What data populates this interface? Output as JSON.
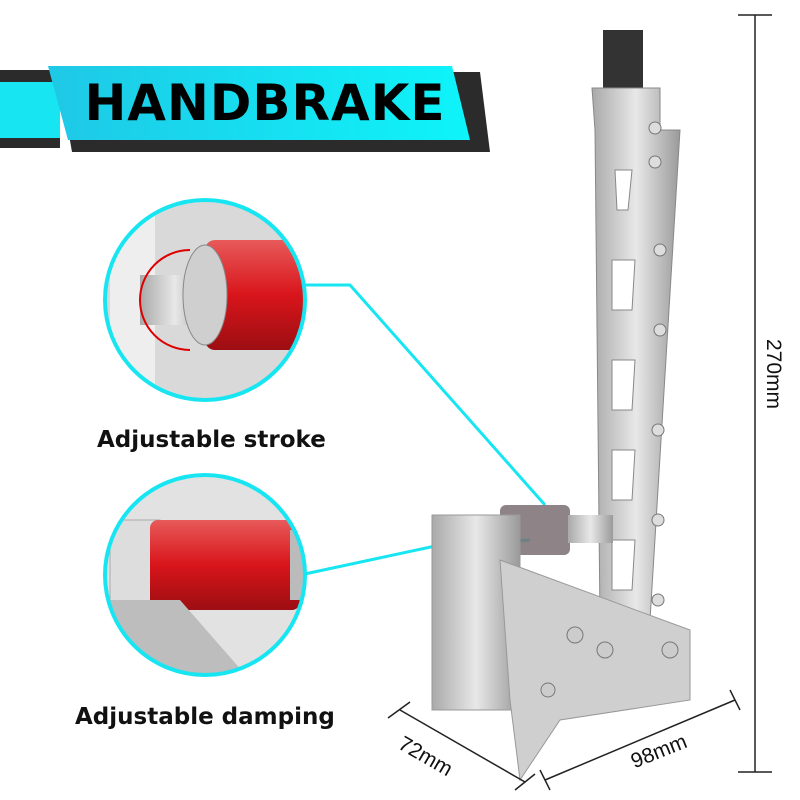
{
  "banner": {
    "title": "HANDBRAKE",
    "accent_color": "#17e6f2",
    "dark_color": "#2b2b2b"
  },
  "features": [
    {
      "label": "Adjustable stroke"
    },
    {
      "label": "Adjustable damping"
    }
  ],
  "dimensions": {
    "height": "270mm",
    "depth": "72mm",
    "width": "98mm"
  }
}
